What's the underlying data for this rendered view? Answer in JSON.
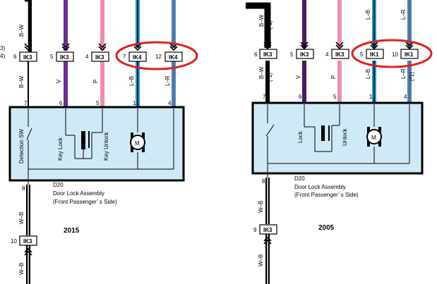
{
  "left": {
    "edge_labels": [
      "3)",
      "4)"
    ],
    "top_connectors": [
      {
        "pin": "6",
        "code": "IK3",
        "wire": "B–W",
        "color": "#000000",
        "stripe": "#ffffff",
        "box_pin": "7"
      },
      {
        "pin": "5",
        "code": "IK3",
        "wire": "V",
        "color": "#6b2d8f",
        "stripe": null,
        "box_pin": "6"
      },
      {
        "pin": "4",
        "code": "IK3",
        "wire": "P",
        "color": "#f08cb4",
        "stripe": null,
        "box_pin": "5"
      },
      {
        "pin": "7",
        "code": "IK4",
        "wire": "L–B",
        "color": "#1e9ad6",
        "stripe": "#000000",
        "box_pin": "1"
      },
      {
        "pin": "12",
        "code": "IK4",
        "wire": "L–R",
        "color": "#1e9ad6",
        "stripe": "#e03030",
        "box_pin": "4"
      }
    ],
    "switch_labels": [
      "Detection SW",
      "Key Lock",
      "Key Unlock"
    ],
    "motor_label": "M",
    "bottom_pin": "8",
    "part_code": "D20",
    "part_name": "Door Lock Assembly",
    "part_side": "(Front Passenger’ s Side)",
    "bottom_wire": "W–B",
    "bottom_connector": {
      "pin": "10",
      "code": "IK3"
    },
    "year": "2015"
  },
  "right": {
    "top_connectors": [
      {
        "pin": "6",
        "code": "IK3",
        "wire": "B–W",
        "sub": "(*1)",
        "color": "#000000",
        "stripe": null,
        "box_pin": "7"
      },
      {
        "pin": "5",
        "code": "IK3",
        "wire": "V",
        "sub": "",
        "color": "#4b1a5e",
        "stripe": null,
        "box_pin": "6"
      },
      {
        "pin": "4",
        "code": "IK3",
        "wire": "P",
        "sub": "",
        "color": "#f08cb4",
        "stripe": null,
        "box_pin": "5"
      },
      {
        "pin": "5",
        "code": "IK1",
        "wire": "L–B",
        "sub": "",
        "color": "#1e9ad6",
        "stripe": "#000000",
        "box_pin": "1"
      },
      {
        "pin": "10",
        "code": "IK1",
        "wire": "L–R",
        "sub": "(*1)",
        "color": "#1e9ad6",
        "stripe": "#e03030",
        "box_pin": "4"
      }
    ],
    "switch_labels": [
      "Lock",
      "Unlock"
    ],
    "motor_label": "M",
    "bottom_pin": "8",
    "part_code": "D20",
    "part_name": "Door Lock Assembly",
    "part_side": "(Front Passenger’ s Side)",
    "bottom_wire": "W–B",
    "bottom_connector": {
      "pin": "9",
      "code": "IK3"
    },
    "year": "2005"
  },
  "colors": {
    "box_fill": "#cfe9f7",
    "highlight": "#e02020"
  }
}
